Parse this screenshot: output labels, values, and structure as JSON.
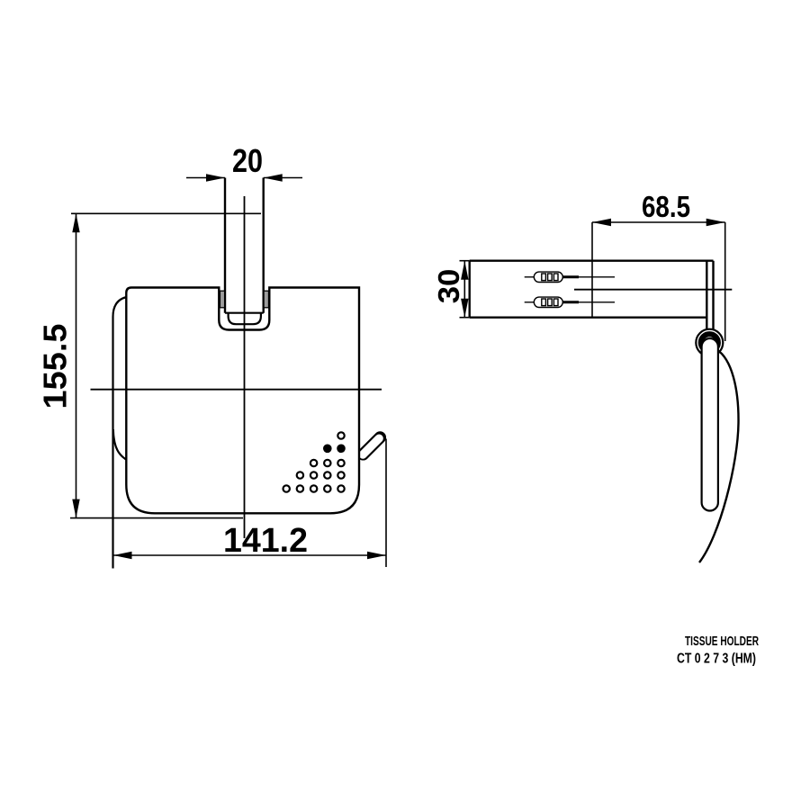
{
  "drawing": {
    "type": "technical-drawing",
    "views": {
      "front": {
        "dims": {
          "bracket_width": "20",
          "overall_height": "155.5",
          "overall_width": "141.2"
        }
      },
      "side": {
        "dims": {
          "depth": "68.5",
          "arm_height": "30"
        }
      }
    },
    "title_block": {
      "product_name": "TISSUE HOLDER",
      "model_code": "CT 0 2 7 3 (HM)"
    },
    "colors": {
      "line": "#000000",
      "clip_fill": "#9c9c9c",
      "background": "#ffffff"
    }
  }
}
